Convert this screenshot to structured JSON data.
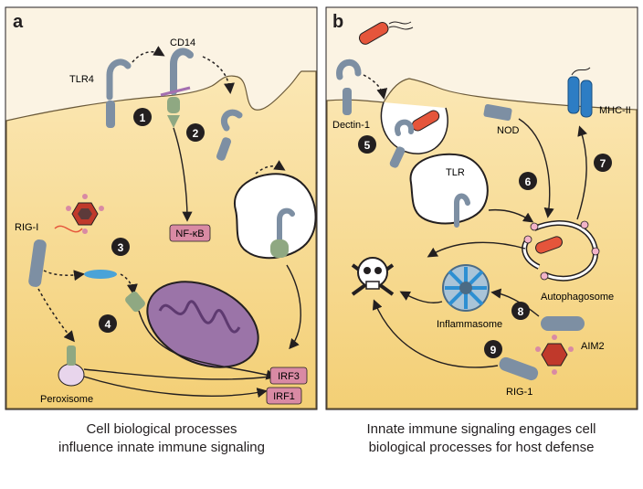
{
  "panel_a": {
    "letter": "a",
    "labels": {
      "tlr4": "TLR4",
      "cd14": "CD14",
      "rigi": "RIG-I",
      "peroxisome": "Peroxisome",
      "nfkb": "NF-κB",
      "irf3": "IRF3",
      "irf1": "IRF1"
    },
    "steps": [
      "1",
      "2",
      "3",
      "4"
    ],
    "caption": [
      "Cell biological processes",
      "influence innate immune signaling"
    ]
  },
  "panel_b": {
    "letter": "b",
    "labels": {
      "dectin1": "Dectin-1",
      "nod": "NOD",
      "mhc2": "MHC-II",
      "tlr": "TLR",
      "autophagosome": "Autophagosome",
      "inflammasome": "Inflammasome",
      "aim2": "AIM2",
      "rig1": "RIG-1"
    },
    "steps": [
      "5",
      "6",
      "7",
      "8",
      "9"
    ],
    "caption": [
      "Innate immune signaling engages cell",
      "biological processes for host defense"
    ]
  },
  "colors": {
    "cytoplasm": "#f6d98a",
    "extracellular": "#fbf3e3",
    "receptor": "#7d8fa3",
    "signal_box": "#d98aa4",
    "mitochondrion": "#9b74a8",
    "bacterium": "#e5553b",
    "mhc": "#2d7dc4",
    "virus": "#c0392b",
    "step_circle": "#231f20"
  }
}
